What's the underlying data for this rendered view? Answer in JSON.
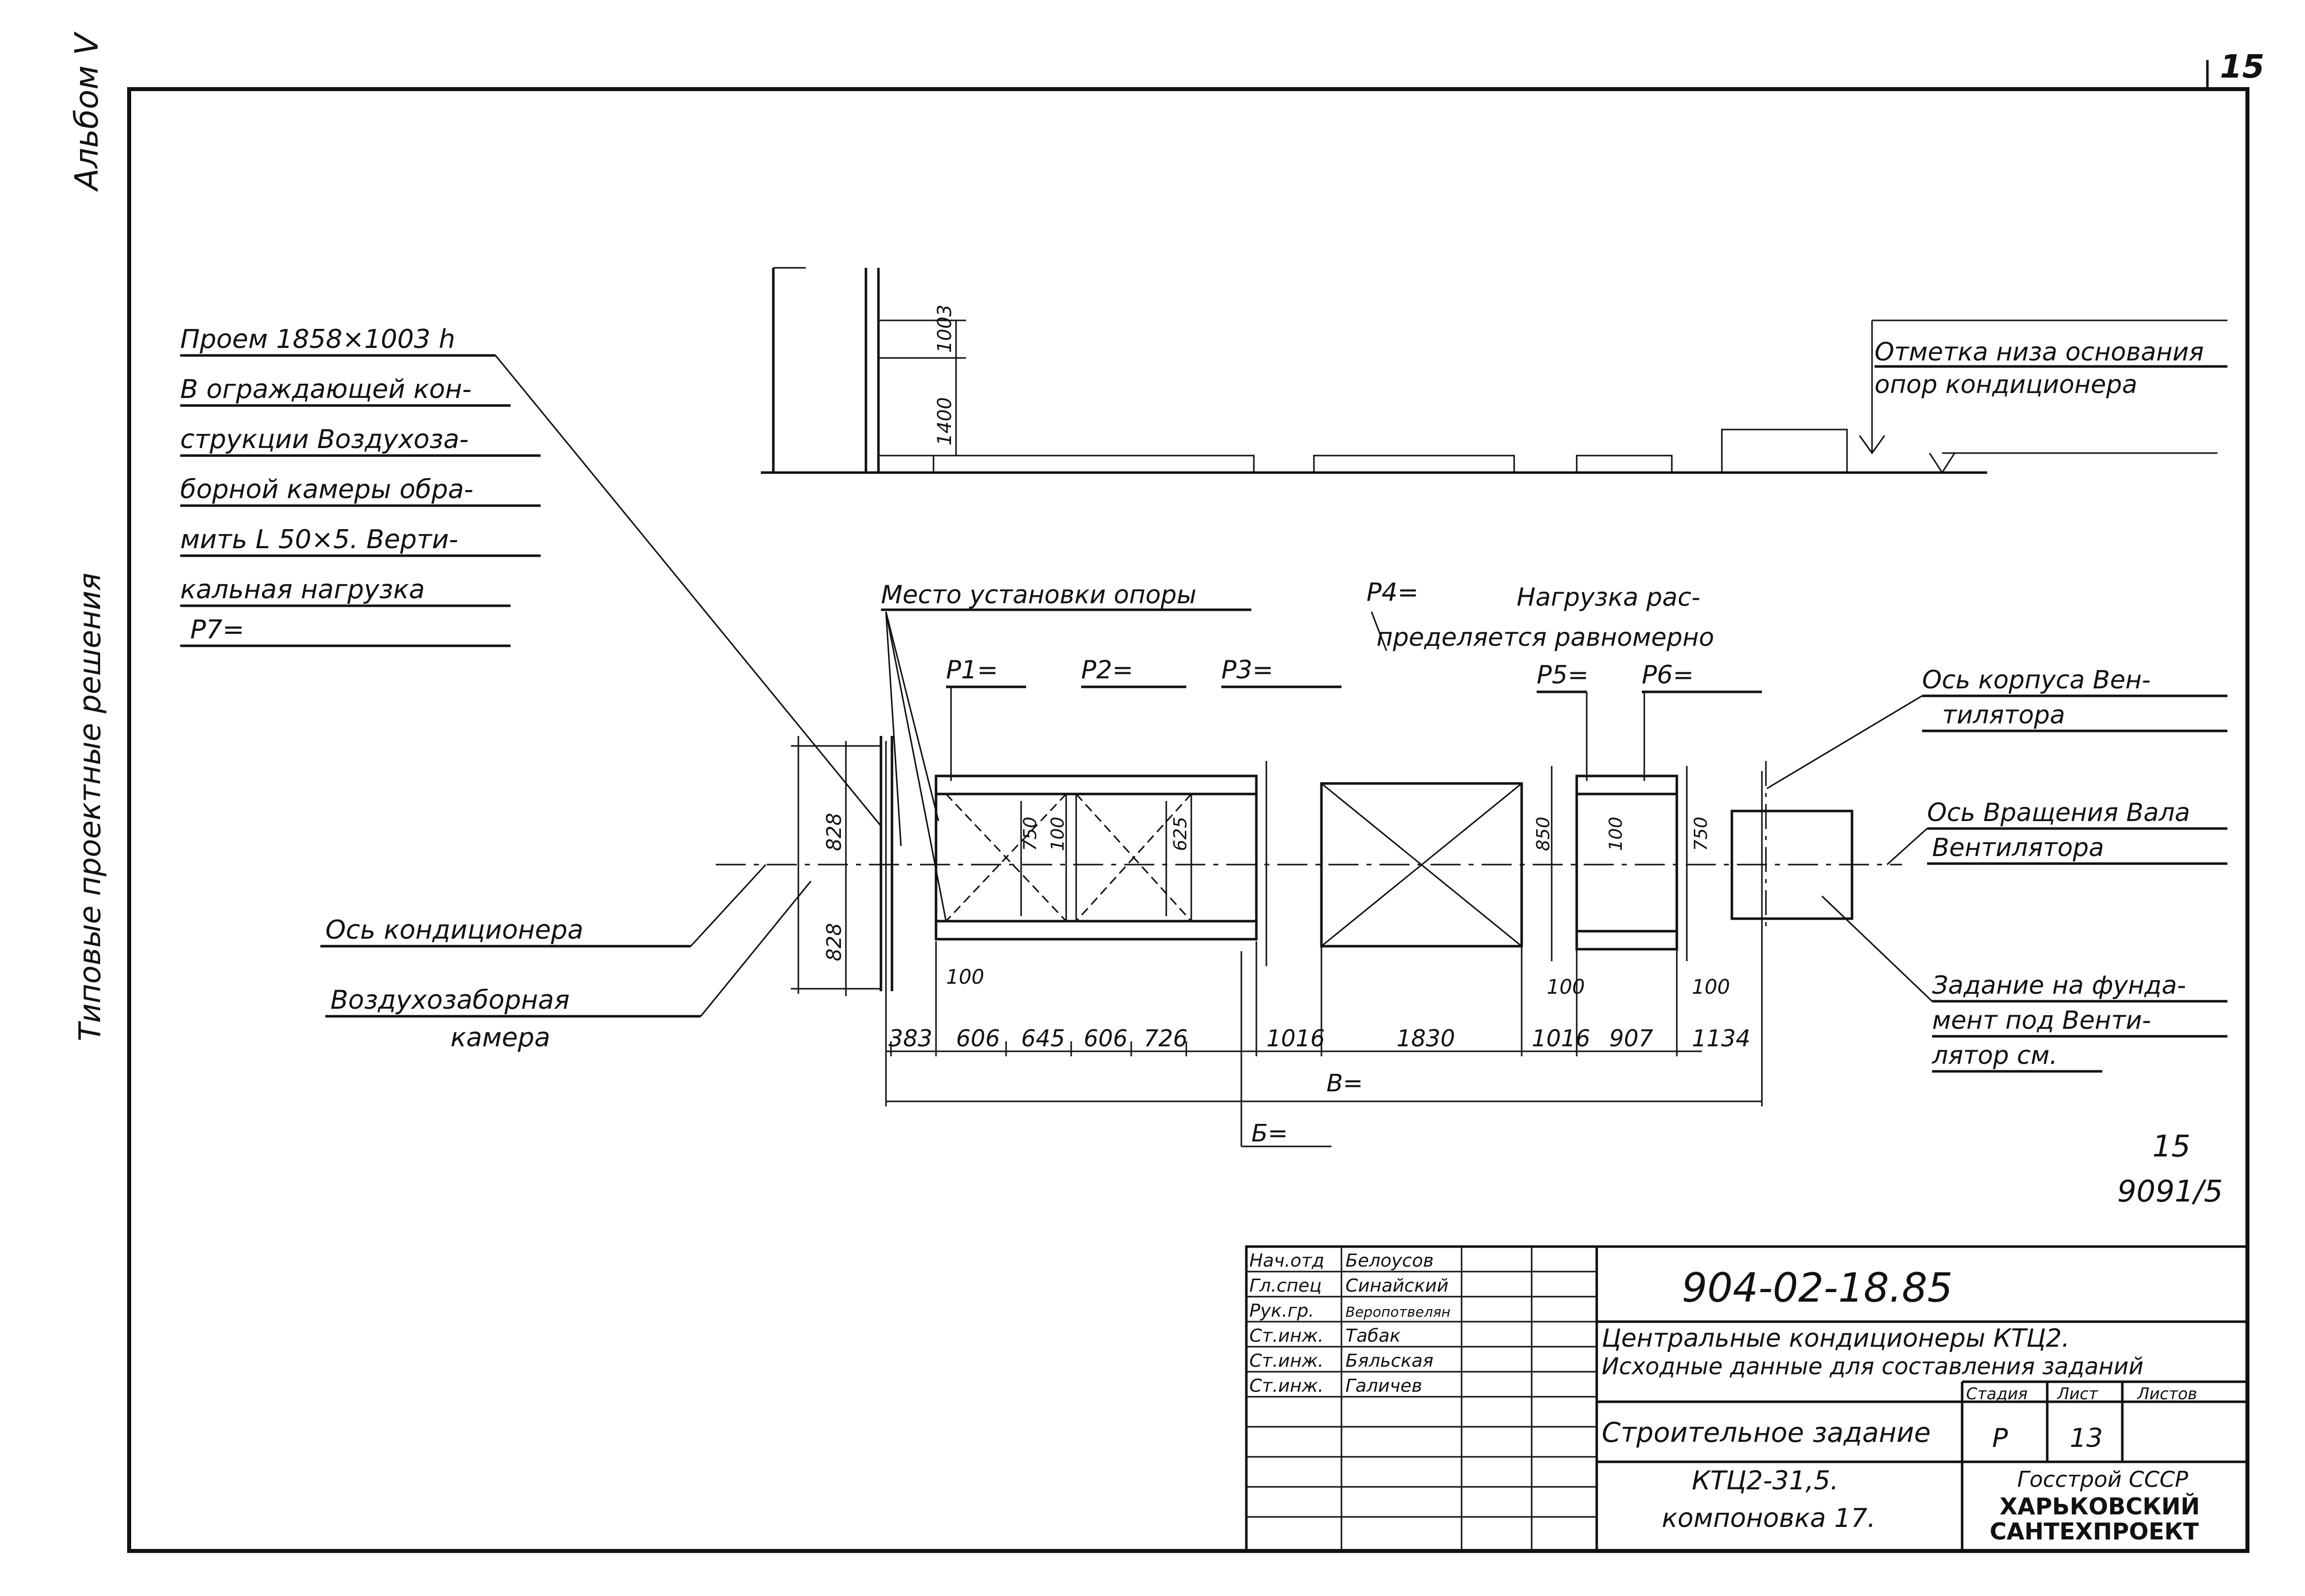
{
  "sheet_number": "15",
  "side_labels": {
    "album": "Альбом V",
    "series": "Типовые проектные решения"
  },
  "elevation": {
    "dim_1003": "1003",
    "dim_1400": "1400",
    "mark_note": [
      "Отметка низа основания",
      "опор кондиционера"
    ]
  },
  "notes": {
    "opening": [
      "Проем 1858×1003 h",
      "В ограждающей кон-",
      "струкции Воздухоза-",
      "борной камеры обра-",
      "мить L 50×5. Верти-",
      "кальная нагрузка",
      "P7="
    ],
    "support_place": "Место установки опоры",
    "p4": "P4=",
    "p4_note": [
      "Нагрузка рас-",
      "пределяется равномерно"
    ],
    "p1": "P1=",
    "p2": "P2=",
    "p3": "P3=",
    "p5": "P5=",
    "p6": "P6=",
    "fan_body_axis": [
      "Ось корпуса Вен-",
      "тилятора"
    ],
    "fan_shaft_axis": [
      "Ось Вращения Вала",
      "Вентилятора"
    ],
    "foundation_task": [
      "Задание на фунда-",
      "мент под Венти-",
      "лятор см."
    ],
    "conditioner_axis": "Ось кондиционера",
    "intake_chamber": [
      "Воздухозаборная",
      "камера"
    ],
    "b_label": "Б=",
    "v_label": "В="
  },
  "plan_dims": {
    "bottom": [
      "383",
      "606",
      "645",
      "606",
      "726",
      "1016",
      "1830",
      "1016",
      "907",
      "1134"
    ],
    "left_828_top": "828",
    "left_828_bot": "828",
    "d750": "750",
    "d100": "100",
    "d625": "625",
    "d850": "850",
    "d100b": "100",
    "d100c": "100"
  },
  "sheet_mark": [
    "15",
    "9091/5"
  ],
  "title_block": {
    "code": "904-02-18.85",
    "staff": [
      {
        "role": "Нач.отд",
        "name": "Белоусов"
      },
      {
        "role": "Гл.спец",
        "name": "Синайский"
      },
      {
        "role": "Рук.гр.",
        "name": "Веропотвелян"
      },
      {
        "role": "Ст.инж.",
        "name": "Табак"
      },
      {
        "role": "Ст.инж.",
        "name": "Бяльская"
      },
      {
        "role": "Ст.инж.",
        "name": "Галичев"
      }
    ],
    "description": [
      "Центральные кондиционеры КТЦ2.",
      "Исходные данные для составления заданий"
    ],
    "stage_header": "Стадия",
    "sheet_header": "Лист",
    "sheets_header": "Листов",
    "stage": "Р",
    "sheet": "13",
    "doc_name": "Строительное задание",
    "variant": [
      "КТЦ2-31,5.",
      "компоновка 17."
    ],
    "org": [
      "Госстрой СССР",
      "ХАРЬКОВСКИЙ",
      "САНТЕХПРОЕКТ"
    ]
  }
}
